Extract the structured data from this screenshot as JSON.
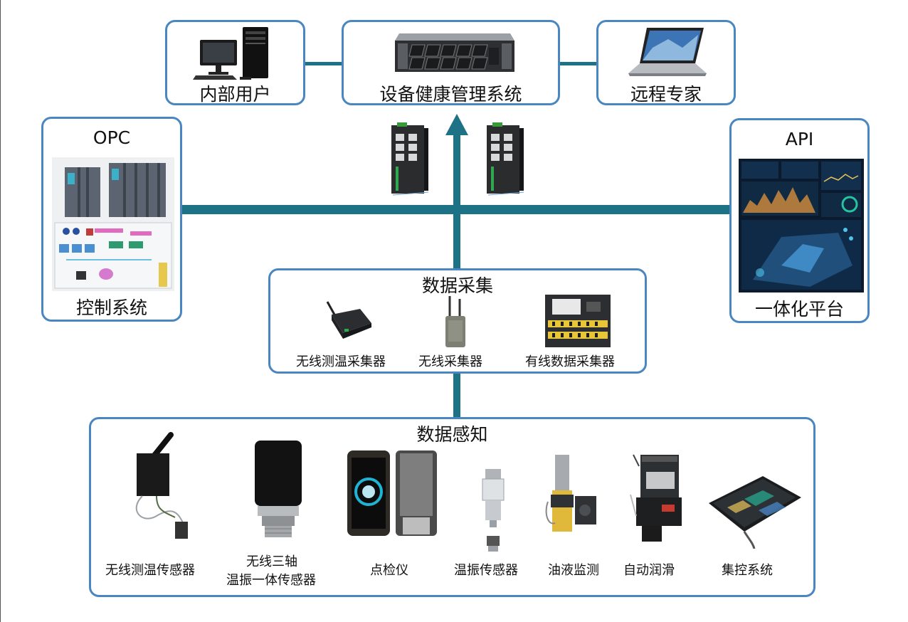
{
  "top": {
    "internal_users": "内部用户",
    "health_system": "设备健康管理系统",
    "remote_expert": "远程专家"
  },
  "left": {
    "protocol": "OPC",
    "title": "控制系统"
  },
  "right": {
    "protocol": "API",
    "title": "一体化平台"
  },
  "collection": {
    "title": "数据采集",
    "items": [
      "无线测温采集器",
      "无线采集器",
      "有线数据采集器"
    ]
  },
  "sensing": {
    "title": "数据感知",
    "items": [
      "无线测温传感器",
      "无线三轴",
      "温振一体传感器",
      "点检仪",
      "温振传感器",
      "油液监测",
      "自动润滑",
      "集控系统"
    ]
  },
  "colors": {
    "line": "#1e7286",
    "border": "#4a86bf"
  }
}
